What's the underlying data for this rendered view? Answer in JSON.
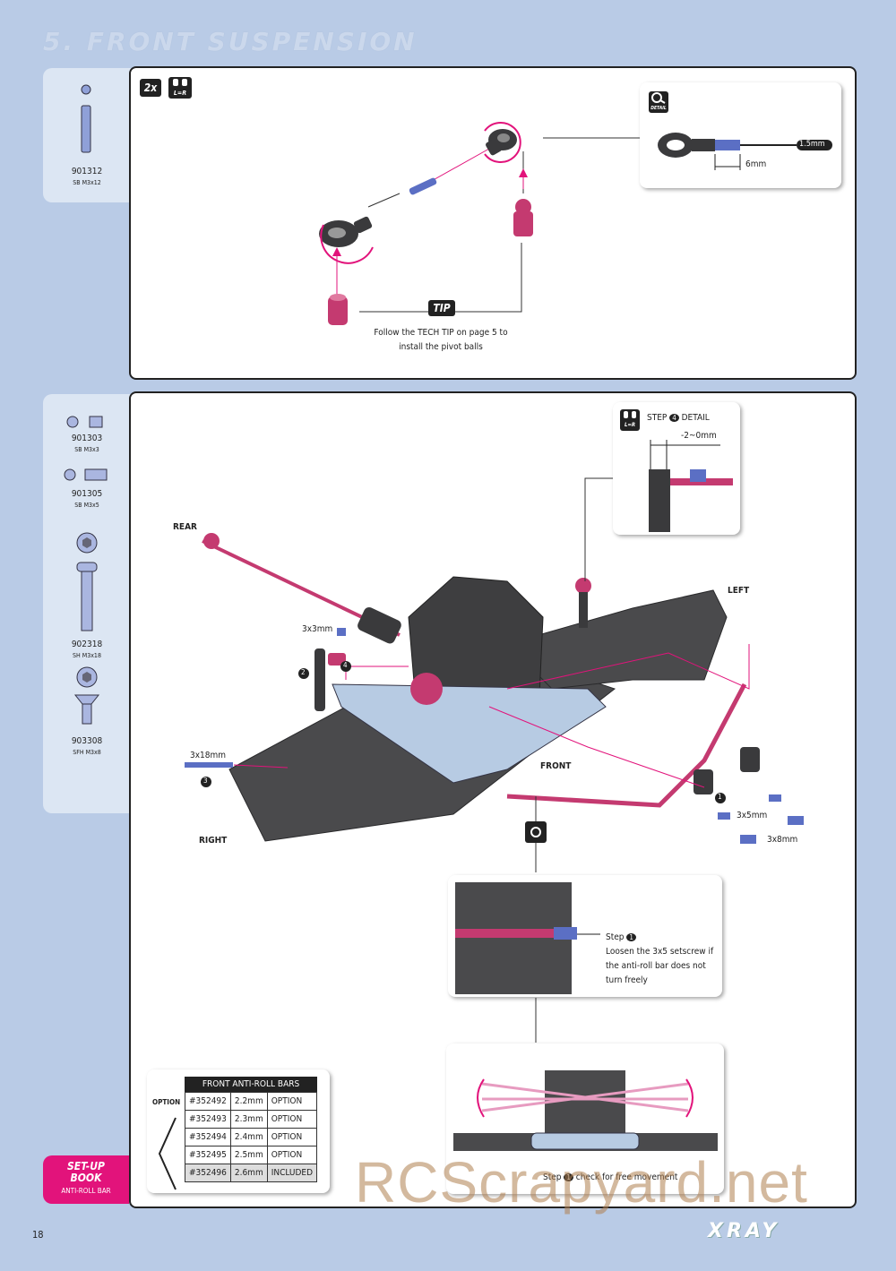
{
  "page_title": "5. FRONT SUSPENSION",
  "page_number": "18",
  "brand": "XRAY",
  "watermark": "RCScrapyard.net",
  "step1": {
    "parts": [
      {
        "code": "901312",
        "desc": "SB M3x12"
      }
    ],
    "qty_badge": "2x",
    "lr_badge": "L=R",
    "detail_label": "DETAIL",
    "dim_tool": "1.5mm",
    "dim_length": "6mm",
    "tip_badge": "TIP",
    "tip_text_1": "Follow the TECH TIP on page 5 to",
    "tip_text_2": "install the pivot balls"
  },
  "step2": {
    "parts": [
      {
        "code": "901303",
        "desc": "SB M3x3"
      },
      {
        "code": "901305",
        "desc": "SB M3x5"
      },
      {
        "code": "902318",
        "desc": "SH M3x18"
      },
      {
        "code": "903308",
        "desc": "SFH M3x8"
      }
    ],
    "step_detail_label": "STEP",
    "step_detail_num": "4",
    "step_detail_suffix": "DETAIL",
    "gap_dim": "-2~0mm",
    "labels": {
      "rear": "REAR",
      "left": "LEFT",
      "front": "FRONT",
      "right": "RIGHT",
      "s3x3": "3x3mm",
      "s3x18": "3x18mm",
      "s3x5": "3x5mm",
      "s3x8": "3x8mm",
      "n1": "1",
      "n2": "2",
      "n3": "3",
      "n4": "4"
    },
    "detail2_step": "Step",
    "detail2_num": "1",
    "detail2_lines": [
      "Loosen the 3x5 setscrew if",
      "the anti-roll bar does not",
      "turn freely"
    ],
    "detail3_step": "Step",
    "detail3_num": "1",
    "detail3_text": "check for free movement"
  },
  "option": {
    "label": "OPTION",
    "table_title": "FRONT ANTI-ROLL BARS",
    "rows": [
      {
        "code": "#352492",
        "size": "2.2mm",
        "status": "OPTION"
      },
      {
        "code": "#352493",
        "size": "2.3mm",
        "status": "OPTION"
      },
      {
        "code": "#352494",
        "size": "2.4mm",
        "status": "OPTION"
      },
      {
        "code": "#352495",
        "size": "2.5mm",
        "status": "OPTION"
      },
      {
        "code": "#352496",
        "size": "2.6mm",
        "status": "INCLUDED"
      }
    ]
  },
  "setup_book": {
    "line1": "SET-UP",
    "line2": "BOOK",
    "line3": "ANTI-ROLL BAR"
  },
  "colors": {
    "accent": "#e2137b",
    "screw_blue": "#5b6fc4",
    "part_dark": "#3a3a3c",
    "page_bg": "#b9cbe6"
  }
}
